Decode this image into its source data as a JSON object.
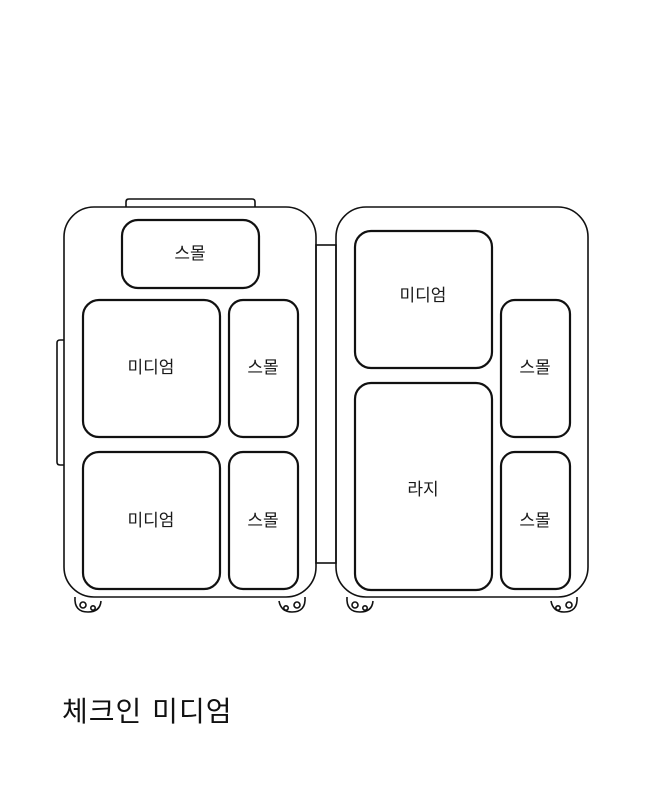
{
  "diagram": {
    "caption": "체크인 미디엄",
    "colors": {
      "stroke": "#111111",
      "background": "#ffffff"
    },
    "left_case": {
      "slots": [
        {
          "label": "스몰"
        },
        {
          "label": "미디엄"
        },
        {
          "label": "스몰"
        },
        {
          "label": "미디엄"
        },
        {
          "label": "스몰"
        }
      ]
    },
    "right_case": {
      "slots": [
        {
          "label": "미디엄"
        },
        {
          "label": "스몰"
        },
        {
          "label": "라지"
        },
        {
          "label": "스몰"
        }
      ]
    }
  }
}
